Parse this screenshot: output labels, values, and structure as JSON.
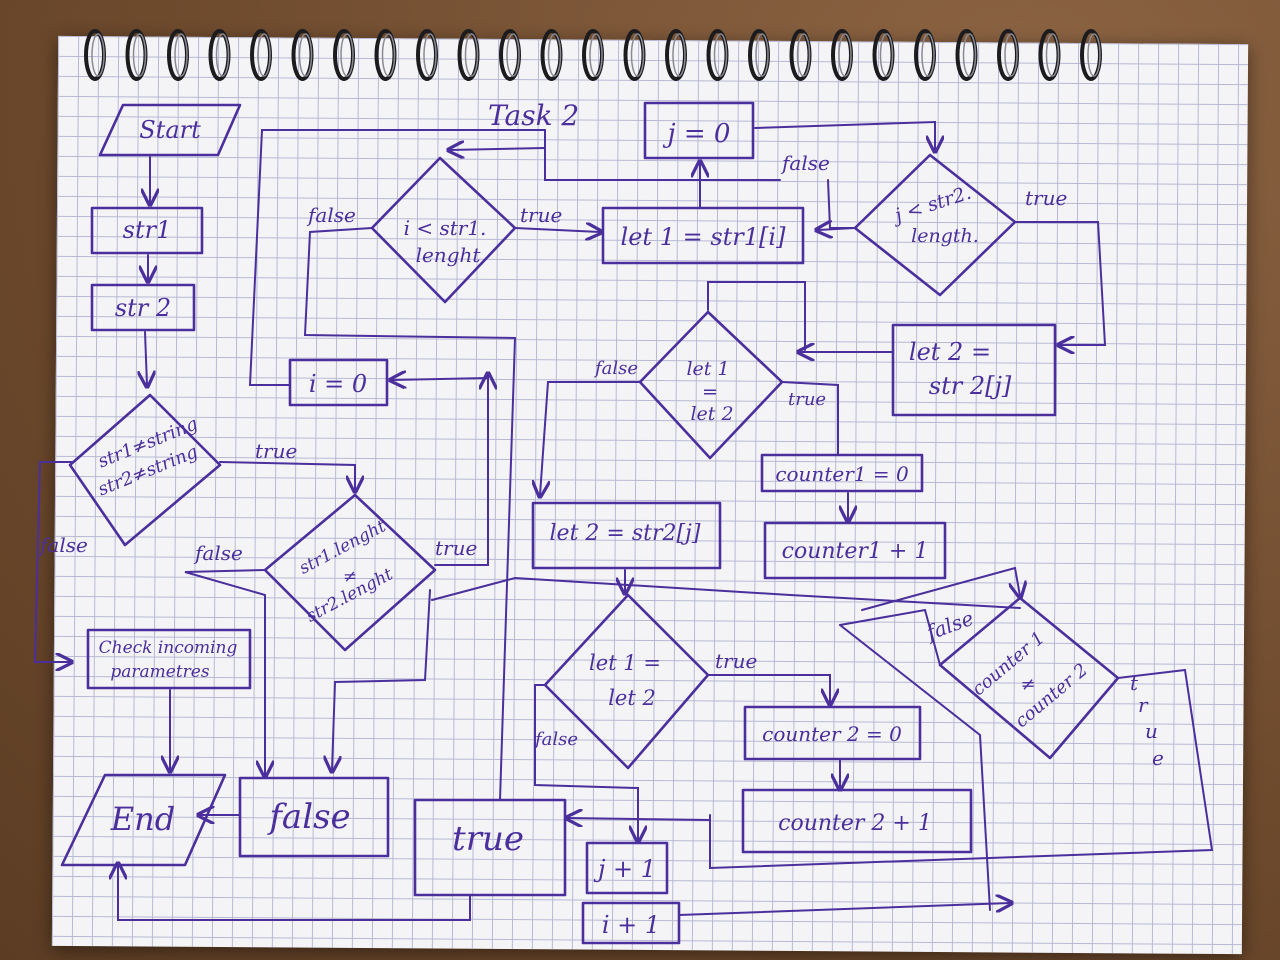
{
  "diagram": {
    "title": "Task 2",
    "nodes": {
      "start": "Start",
      "str1": "str1",
      "str2": "str 2",
      "check_string": [
        "str1≠string",
        "str2≠string"
      ],
      "check_params": [
        "Check incoming",
        "parametres"
      ],
      "end": "End",
      "check_length": [
        "str1.lenght",
        "≠",
        "str2.lenght"
      ],
      "false_box": "false",
      "true_box": "true",
      "i_init": "i = 0",
      "i_loop": [
        "i < str1.",
        "lenght"
      ],
      "let1_assign": "let 1 = str1[i]",
      "j_init": "j = 0",
      "j_loop": [
        "j < str2.",
        "length."
      ],
      "let2_assign_right": [
        "let 2 =",
        "str 2[j]"
      ],
      "cmp1": [
        "let 1",
        "=",
        "let 2"
      ],
      "counter1_zero": "counter1 = 0",
      "counter1_inc": "counter1 + 1",
      "let2_assign_left": "let 2 = str2[j]",
      "cmp2": [
        "let 1 =",
        "let 2"
      ],
      "counter2_zero": "counter 2 = 0",
      "counter2_inc": "counter 2 + 1",
      "cmp_counters": [
        "counter 1",
        "≠",
        "counter 2"
      ],
      "j_inc": "j + 1",
      "i_inc": "i + 1"
    },
    "edge_labels": {
      "true": "true",
      "false": "false",
      "true_vertical": [
        "t",
        "r",
        "u",
        "e"
      ]
    }
  }
}
